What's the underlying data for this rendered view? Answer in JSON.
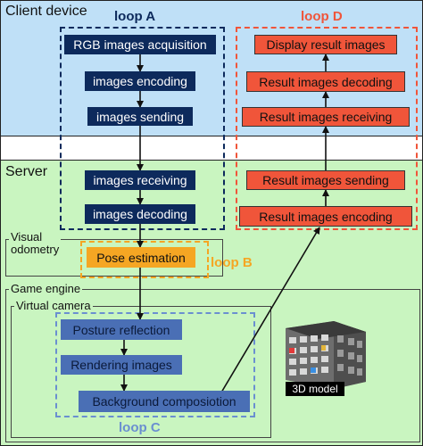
{
  "regions": {
    "client": "Client device",
    "server": "Server",
    "visual_odometry": "Visual\nodometry",
    "game_engine": "Game engine",
    "virtual_camera": "Virtual camera"
  },
  "loops": {
    "a": "loop A",
    "b": "loop B",
    "c": "loop C",
    "d": "loop D"
  },
  "loop_a_steps": [
    "RGB images acquisition",
    "images encoding",
    "images sending",
    "images receiving",
    "images decoding"
  ],
  "pose_step": "Pose estimation",
  "loop_c_steps": [
    "Posture reflection",
    "Rendering images",
    "Background composiotion"
  ],
  "loop_d_steps": [
    "Display result images",
    "Result images decoding",
    "Result images receiving",
    "Result images sending",
    "Result images encoding"
  ],
  "model_label": "3D model",
  "colors": {
    "client_bg": "#bfe0f7",
    "server_bg": "#c9f5c0",
    "navy_box": "#0d2a5c",
    "red_box": "#f0553a",
    "orange_box": "#f5a623",
    "steel_box": "#4a6fb5",
    "loop_a": "#0d2a5c",
    "loop_b": "#f5a623",
    "loop_c": "#6a8fd0",
    "loop_d": "#f0553a"
  }
}
